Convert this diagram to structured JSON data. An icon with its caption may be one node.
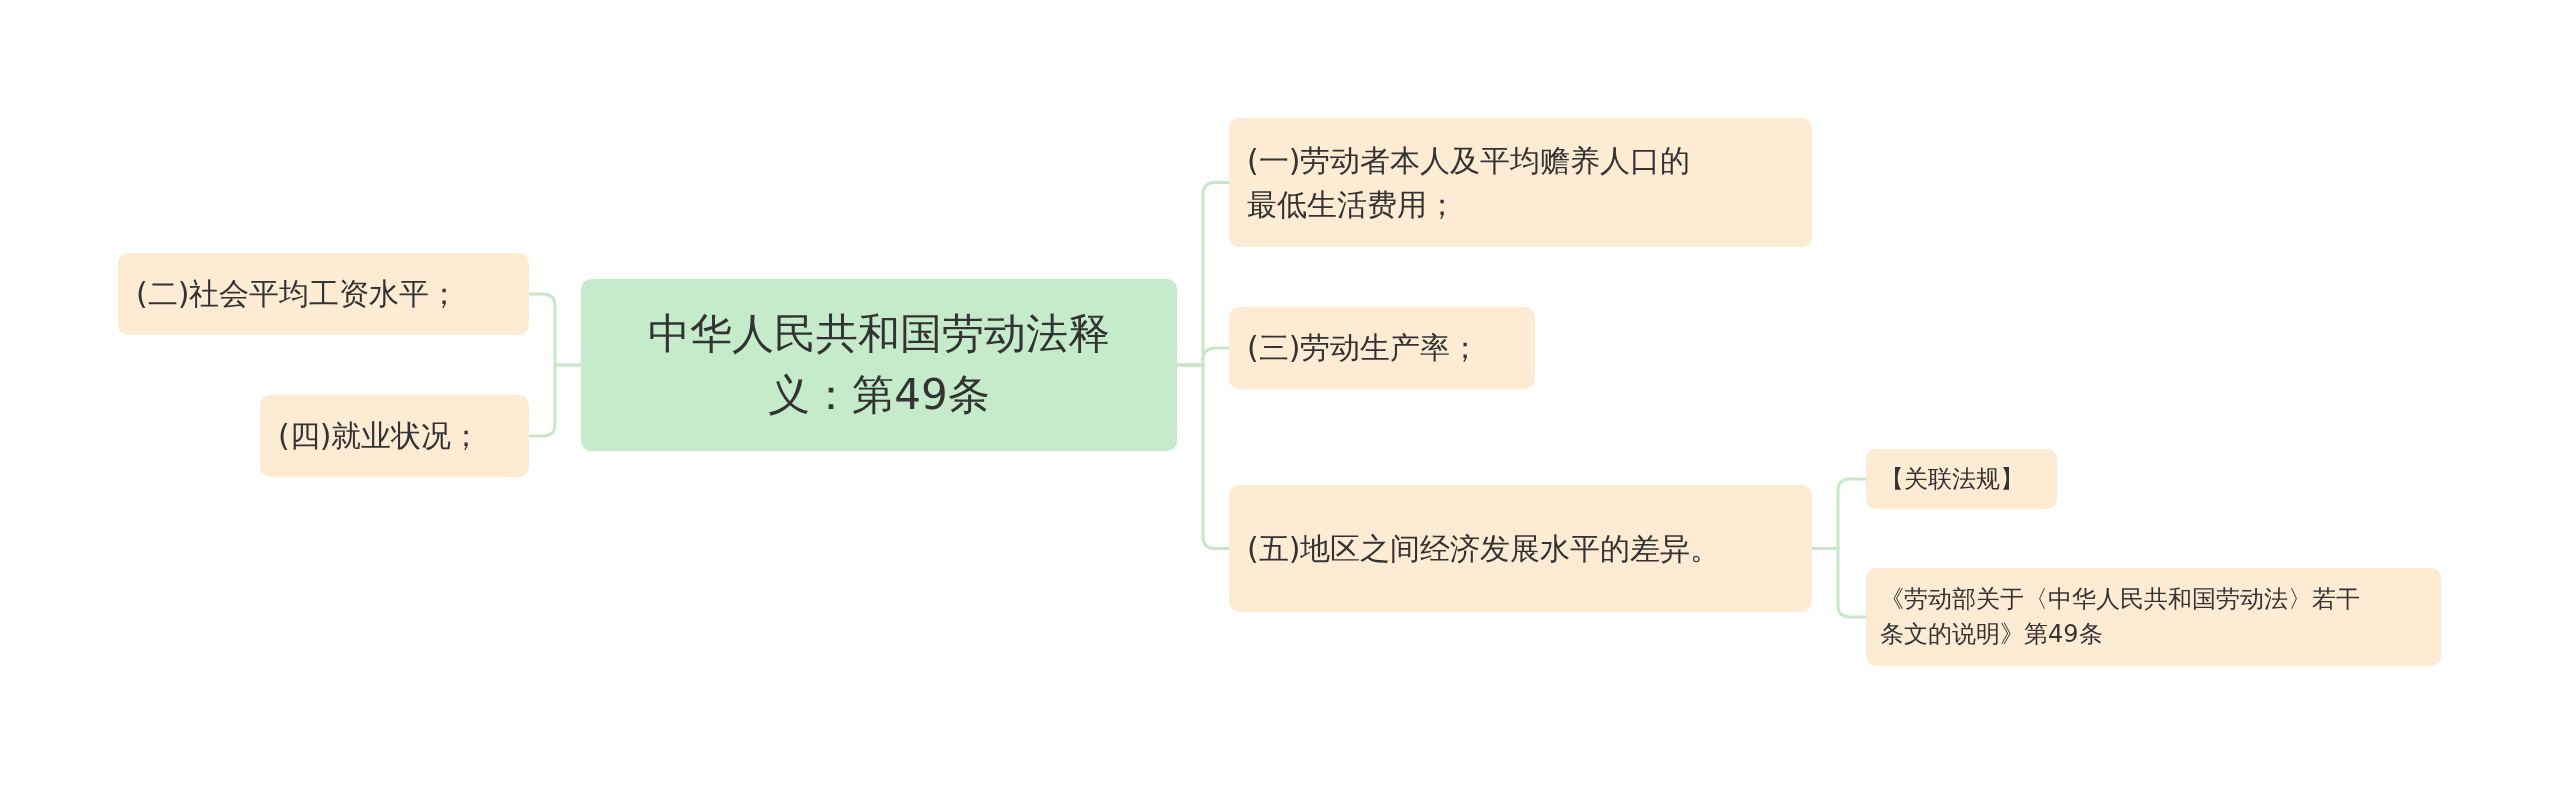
{
  "diagram": {
    "nodes": [
      {
        "text": [
          "中华人民共和国劳动法释义：第49条"
        ]
      },
      {
        "text": [
          "(二)社会平均工资水平；"
        ]
      },
      {
        "text": [
          "(四)就业状况；"
        ]
      },
      {
        "text": [
          "(一)劳动者本人及平均赡养人口的最低生活费用；"
        ]
      },
      {
        "text": [
          "(三)劳动生产率；"
        ]
      },
      {
        "text": [
          "(五)地区之间经济发展水平的差异。"
        ]
      },
      {
        "text": [
          "【关联法规】"
        ]
      },
      {
        "text": [
          "《劳动部关于〈中华人民共和国劳动法〉若干条文的说明》第49条"
        ]
      }
    ],
    "edges": [
      {
        "from": 0,
        "to": 1,
        "arrow": "none"
      },
      {
        "from": 0,
        "to": 2,
        "arrow": "none"
      },
      {
        "from": 0,
        "to": 3,
        "arrow": "none"
      },
      {
        "from": 0,
        "to": 4,
        "arrow": "none"
      },
      {
        "from": 0,
        "to": 5,
        "arrow": "none"
      },
      {
        "from": 5,
        "to": 6,
        "arrow": "none"
      },
      {
        "from": 5,
        "to": 7,
        "arrow": "none"
      }
    ]
  }
}
